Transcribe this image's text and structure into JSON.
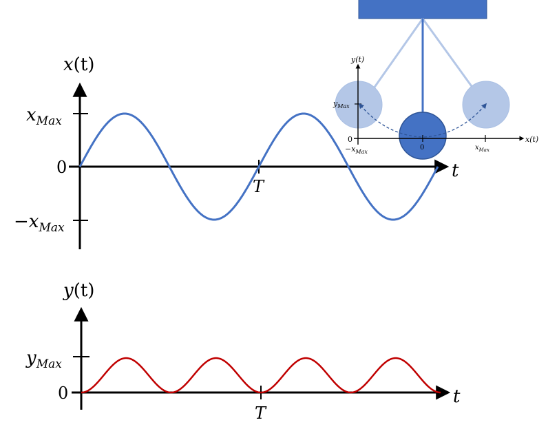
{
  "colors": {
    "axis": "#000000",
    "x_curve": "#4472c4",
    "y_curve": "#c00000",
    "support": "#4472c4",
    "bob_active": "#4472c4",
    "bob_ghost": "#b4c7e7",
    "string_ghost": "#b4c7e7",
    "arc": "#2f5597"
  },
  "top_plot": {
    "y_axis_func": "x",
    "y_axis_arg": "(t)",
    "tick_max_base": "x",
    "tick_max_sub": "Max",
    "tick_zero": "0",
    "tick_min_base": "−x",
    "tick_min_sub": "Max",
    "x_axis_label": "t",
    "period_label": "T"
  },
  "bottom_plot": {
    "y_axis_func": "y",
    "y_axis_arg": "(t)",
    "tick_max_base": "y",
    "tick_max_sub": "Max",
    "tick_zero": "0",
    "x_axis_label": "t",
    "period_label": "T"
  },
  "pendulum_inset": {
    "y_axis_label": "y(t)",
    "y_tick_base": "y",
    "y_tick_sub": "Max",
    "x_axis_label": "x(t)",
    "x_tick_left_base": "−x",
    "x_tick_left_sub": "Max",
    "x_tick_center": "0",
    "x_tick_right_base": "x",
    "x_tick_right_sub": "Max",
    "origin_label": "0"
  },
  "chart_data": [
    {
      "type": "line",
      "series": [
        {
          "function": "x(t) = x_Max · sin(2πt/T)",
          "t_range_periods": [
            0,
            2
          ],
          "amplitude_fraction": 1.0
        }
      ]
    },
    {
      "type": "line",
      "series": [
        {
          "function": "y(t) = y_Max · sin²(2πt/T)",
          "t_range_periods": [
            0,
            2
          ],
          "amplitude_fraction": 1.0
        }
      ]
    }
  ]
}
